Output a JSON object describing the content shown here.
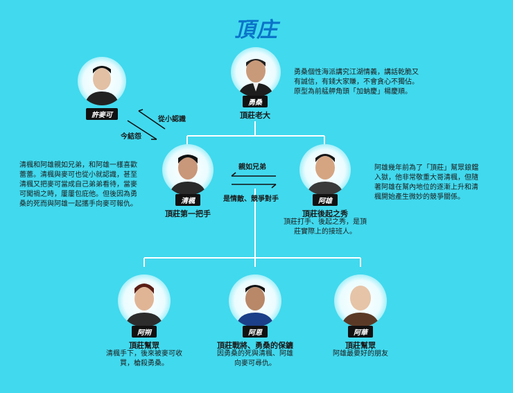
{
  "title": "頂庄",
  "relations": {
    "xu_since_young": "從小認識",
    "xu_grudge": "今結怨",
    "brothers": "親如兄弟",
    "rivals": "是情敵、競爭對手"
  },
  "characters": {
    "yongsang": {
      "tag": "勇桑",
      "role": "頂莊老大",
      "desc": [
        "勇桑個性海派講究江湖情義，講話乾脆又",
        "有誠信，有錢大家賺，不會貪心不獨佔。",
        "原型為前艋舺角頭「加蚋慶」楊慶順。"
      ]
    },
    "xumai": {
      "tag": "許麥可"
    },
    "qingfeng": {
      "tag": "清楓",
      "role": "頂莊第一把手",
      "desc": [
        "清楓和阿雄親如兄弟，和阿雄一樣喜歡",
        "蕾蕾。清楓與麥可也從小就認識，甚至",
        "清楓又把麥可當成自己弟弟看待，當麥",
        "可闖禍之時，屢屢包庇他。但後因為勇",
        "桑的死而與阿雄一起攜手向麥可報仇。"
      ]
    },
    "axiong": {
      "tag": "阿雄",
      "role": "頂莊後起之秀",
      "desc": [
        "頂莊打手、後起之秀，是頂",
        "莊實際上的接班人。"
      ],
      "desc_right": [
        "阿雄幾年前為了「頂莊」幫眾鋃鐺",
        "入獄，他非常敬重大哥清楓，但隨",
        "著阿雄在幫內地位的逐漸上升和清",
        "楓開始產生微妙的競爭關係。"
      ]
    },
    "ashuo": {
      "tag": "阿朔",
      "role": "頂莊幫眾",
      "desc": [
        "清楓手下，後來被麥可收",
        "買，槍殺勇桑。"
      ]
    },
    "aen": {
      "tag": "阿恩",
      "role": "頂莊戰將、勇桑的保鑣",
      "desc": [
        "因勇桑的死與清楓、阿雄",
        "向麥可尋仇。"
      ]
    },
    "ahua": {
      "tag": "阿華",
      "role": "頂莊幫眾",
      "desc": [
        "阿雄最要好的朋友"
      ]
    }
  },
  "colors": {
    "background": "#41d9ee",
    "title": "#0a74c9",
    "tag_bg": "#111111"
  }
}
